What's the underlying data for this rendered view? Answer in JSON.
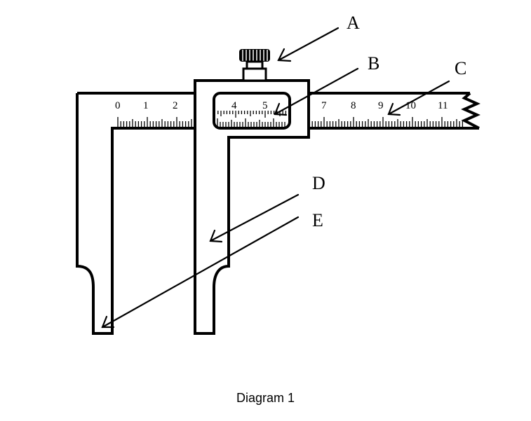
{
  "diagram": {
    "caption": "Diagram 1",
    "callouts": {
      "A": "A",
      "B": "B",
      "C": "C",
      "D": "D",
      "E": "E"
    },
    "main_scale_numbers": [
      "0",
      "1",
      "2",
      "4",
      "5",
      "7",
      "8",
      "9",
      "10",
      "11"
    ]
  }
}
